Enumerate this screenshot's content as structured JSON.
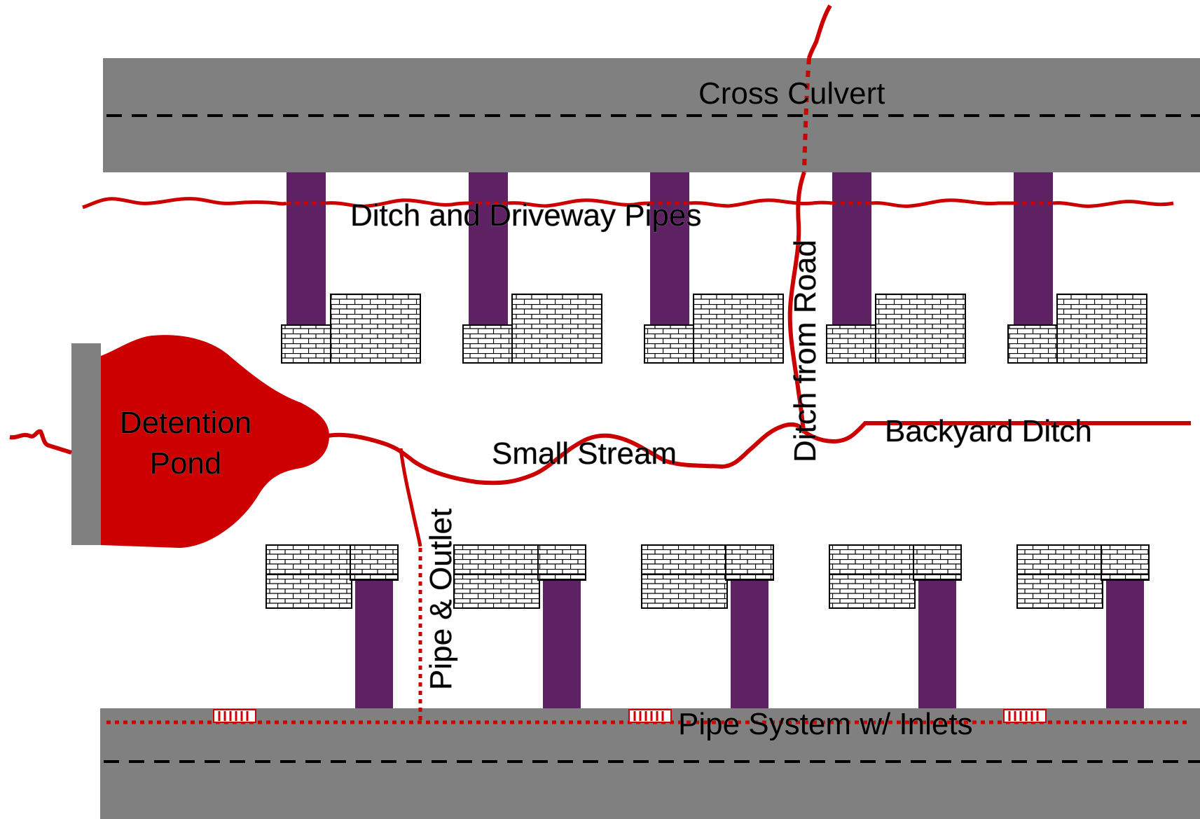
{
  "colors": {
    "road": "#808080",
    "driveway": "#5e2164",
    "water": "#cc0000",
    "lane_marking": "#000000",
    "label": "#000000"
  },
  "icons": {
    "house": "brick-house-icon",
    "inlet": "storm-inlet-icon"
  },
  "labels": {
    "cross_culvert": "Cross Culvert",
    "ditch_driveway": "Ditch and Driveway Pipes",
    "ditch_from_road": "Ditch from Road",
    "detention_pond_line1": "Detention",
    "detention_pond_line2": "Pond",
    "small_stream": "Small Stream",
    "backyard_ditch": "Backyard Ditch",
    "pipe_outlet": "Pipe & Outlet",
    "pipe_system": "Pipe System w/ Inlets"
  }
}
